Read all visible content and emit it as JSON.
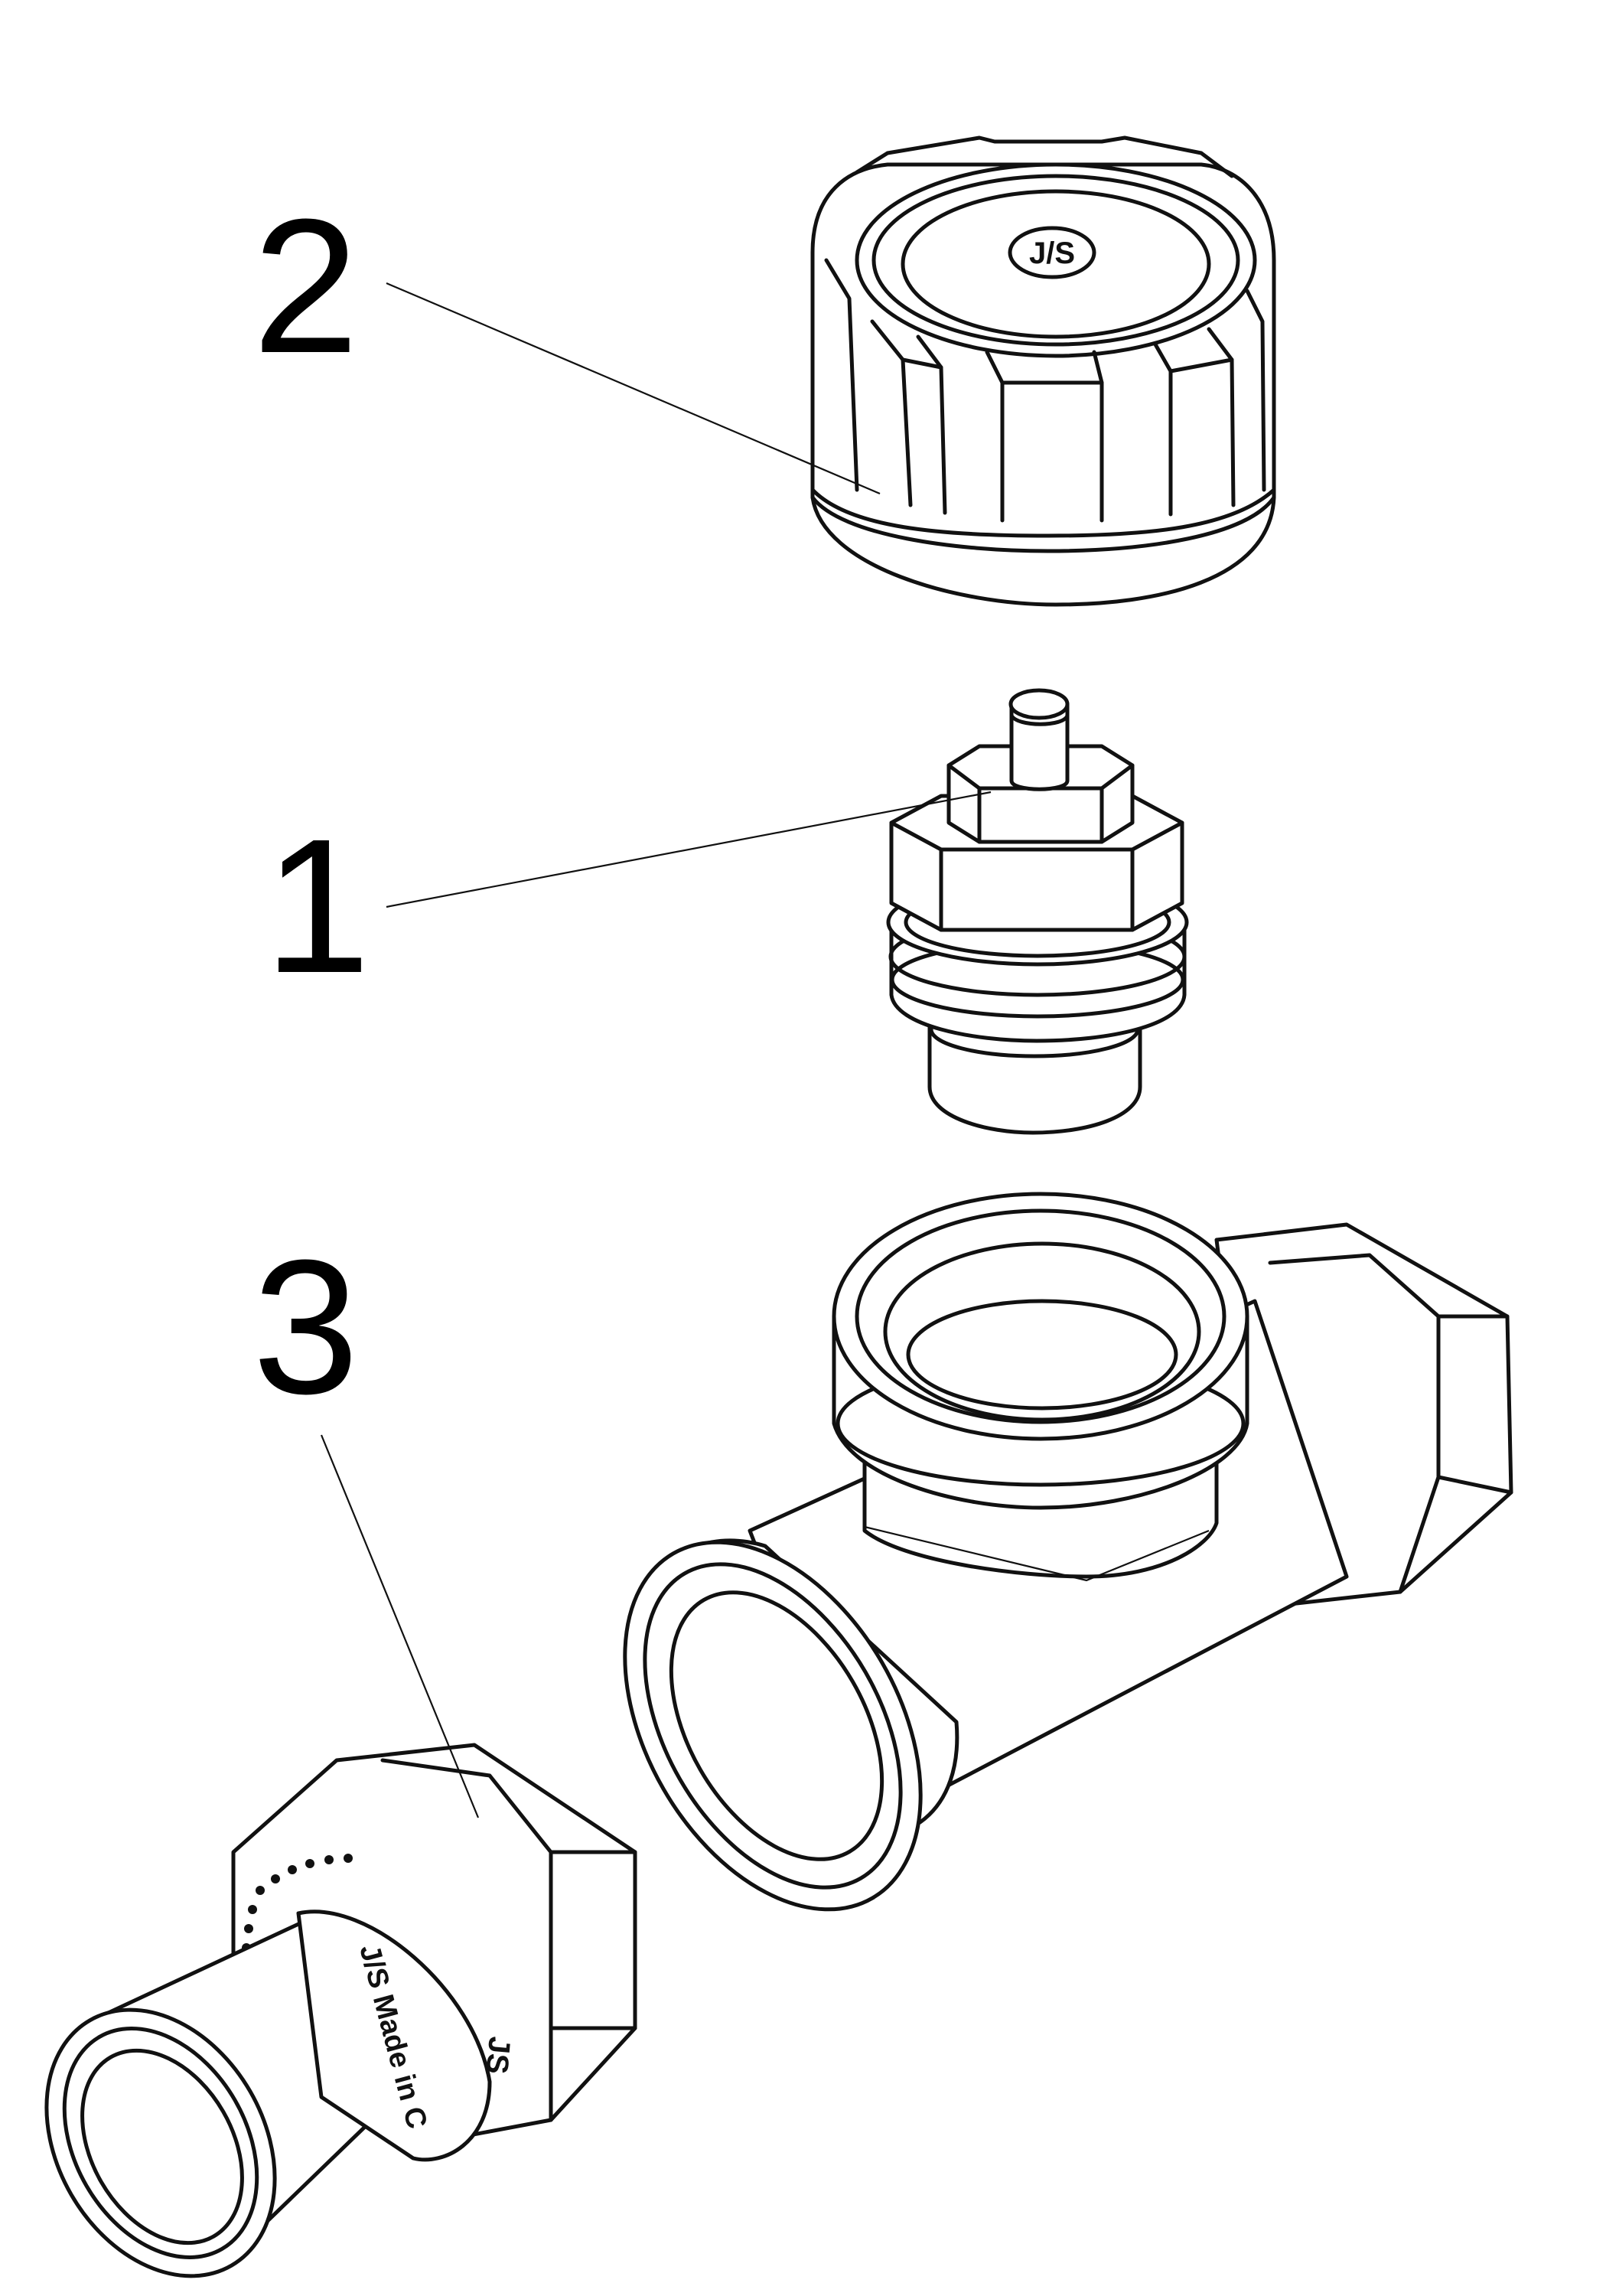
{
  "callouts": [
    {
      "label": "2",
      "part": "cap"
    },
    {
      "label": "1",
      "part": "valve-insert"
    },
    {
      "label": "3",
      "part": "union-tailpiece"
    }
  ],
  "logo_text": "J/S",
  "tailpiece_stamp": "J/S Made in C",
  "tailpiece_logo": "JS"
}
